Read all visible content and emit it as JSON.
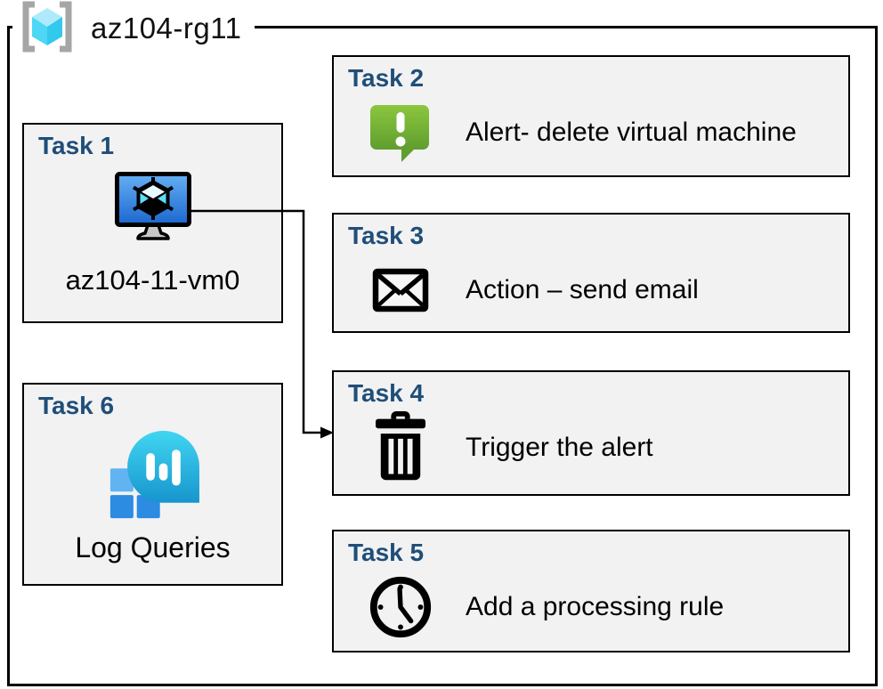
{
  "resource_group": {
    "name": "az104-rg11",
    "icon": "resource-group-icon"
  },
  "tasks": [
    {
      "heading": "Task 1",
      "label": "az104-11-vm0",
      "icon": "virtual-machine-icon"
    },
    {
      "heading": "Task 2",
      "label": "Alert- delete virtual machine",
      "icon": "alert-message-icon"
    },
    {
      "heading": "Task 3",
      "label": "Action – send email",
      "icon": "email-envelope-icon"
    },
    {
      "heading": "Task 4",
      "label": "Trigger the alert",
      "icon": "trash-delete-icon"
    },
    {
      "heading": "Task 5",
      "label": "Add a processing rule",
      "icon": "clock-icon"
    },
    {
      "heading": "Task 6",
      "label": "Log Queries",
      "icon": "log-queries-icon"
    }
  ],
  "connector": {
    "from": "task-1-virtual-machine",
    "to": "task-4"
  },
  "colors": {
    "heading": "#1F4E79",
    "box_fill": "#F2F2F2",
    "box_border": "#000000",
    "alert_green_top": "#8CC63E",
    "alert_green_bottom": "#5F9E2F",
    "vm_screen_top": "#66AFF5",
    "vm_screen_bottom": "#1B67CE",
    "log_bubble_top": "#41D6F2",
    "log_bubble_bottom": "#1795CD",
    "log_square_light": "#61B4F1",
    "log_square_dark": "#2B8CE2",
    "rg_cube_top": "#AEEAFC",
    "rg_cube_left": "#4DD7F5",
    "rg_cube_right": "#33C9EC",
    "rg_bracket": "#A6A6A6"
  }
}
